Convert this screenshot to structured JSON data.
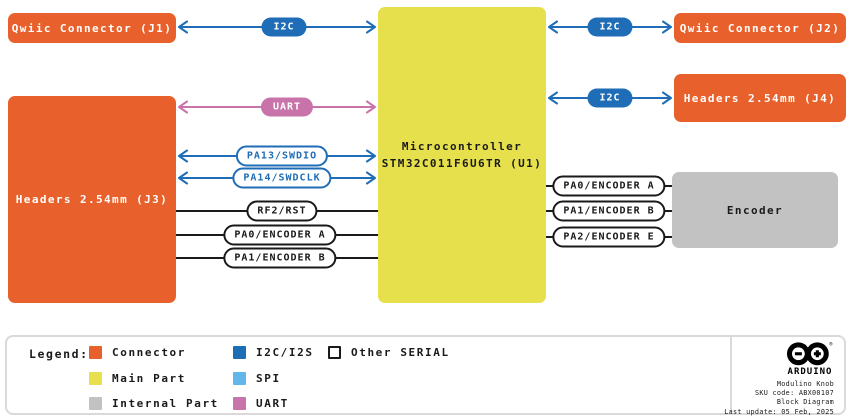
{
  "diagram": {
    "blocks": {
      "qwiic_j1": "Qwiic Connector (J1)",
      "qwiic_j2": "Qwiic Connector (J2)",
      "headers_j3": "Headers 2.54mm (J3)",
      "headers_j4": "Headers 2.54mm (J4)",
      "mcu_line1": "Microcontroller",
      "mcu_line2": "STM32C011F6U6TR (U1)",
      "encoder": "Encoder"
    },
    "labels": {
      "i2c_j1": "I2C",
      "i2c_j2": "I2C",
      "i2c_j4": "I2C",
      "uart": "UART",
      "swdio": "PA13/SWDIO",
      "swdclk": "PA14/SWDCLK",
      "rst": "RF2/RST",
      "enc_a_left": "PA0/ENCODER A",
      "enc_b_left": "PA1/ENCODER B",
      "enc_a_right": "PA0/ENCODER A",
      "enc_b_right": "PA1/ENCODER B",
      "enc_e_right": "PA2/ENCODER E"
    }
  },
  "legend": {
    "title": "Legend:",
    "items": [
      {
        "label": "Connector",
        "color": "#E8612C"
      },
      {
        "label": "Main Part",
        "color": "#E6E04C"
      },
      {
        "label": "Internal Part",
        "color": "#C2C2C2"
      },
      {
        "label": "I2C/I2S",
        "color": "#1F6DB6"
      },
      {
        "label": "SPI",
        "color": "#63B6E9"
      },
      {
        "label": "UART",
        "color": "#C973AB"
      },
      {
        "label": "Other SERIAL",
        "color": "#FFFFFF"
      }
    ]
  },
  "footer": {
    "brand": "ARDUINO",
    "registered_mark": "®",
    "product": "Modulino Knob",
    "sku": "SKU code: ABX00107",
    "doc": "Block Diagram",
    "updated": "Last update: 05 Feb, 2025"
  },
  "colors": {
    "connector_orange": "#E8612C",
    "main_part_yellow": "#E6E04C",
    "internal_part_gray": "#C2C2C2",
    "i2c_blue": "#1F6DB6",
    "spi_light_blue": "#63B6E9",
    "uart_pink": "#C973AB"
  }
}
